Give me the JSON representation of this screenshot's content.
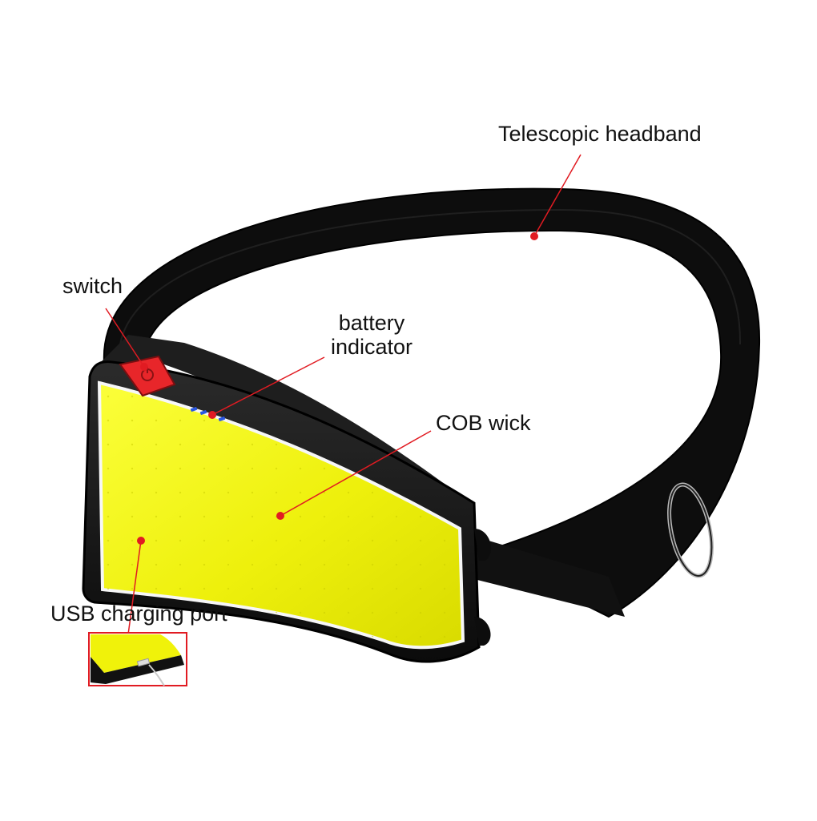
{
  "labels": {
    "headband": "Telescopic headband",
    "switch": "switch",
    "battery_line1": "battery",
    "battery_line2": "indicator",
    "cob": "COB wick",
    "usb": "USB charging port"
  },
  "colors": {
    "background": "#ffffff",
    "strap": "#0d0d0d",
    "housing": "#151515",
    "cob_panel": "#f0f20a",
    "switch": "#e8262a",
    "battery_leds": "#2b58e0",
    "callout": "#e11b22",
    "inset_border": "#e11b22"
  },
  "icons": {
    "switch": "power-icon",
    "battery": "battery-led-icon",
    "buckle": "strap-buckle-icon",
    "usb": "usb-cable-icon"
  }
}
